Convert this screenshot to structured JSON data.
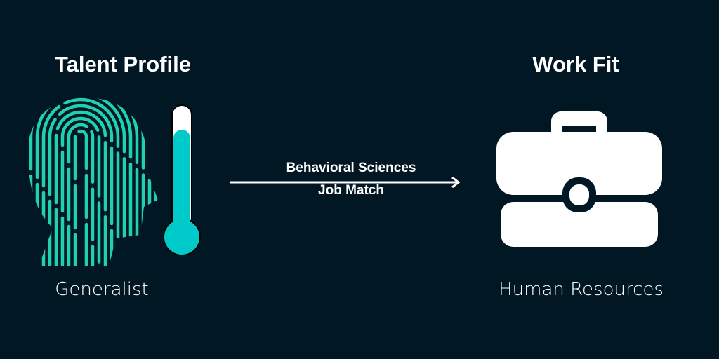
{
  "left": {
    "title": "Talent Profile",
    "caption": "Generalist",
    "thermometer_level": 0.8
  },
  "arrow": {
    "line1": "Behavioral Sciences",
    "line2": "Job Match"
  },
  "right": {
    "title": "Work Fit",
    "caption": "Human Resources"
  },
  "colors": {
    "background": "#011723",
    "accent": "#1fd1b0",
    "thermo": "#00c9c9"
  }
}
